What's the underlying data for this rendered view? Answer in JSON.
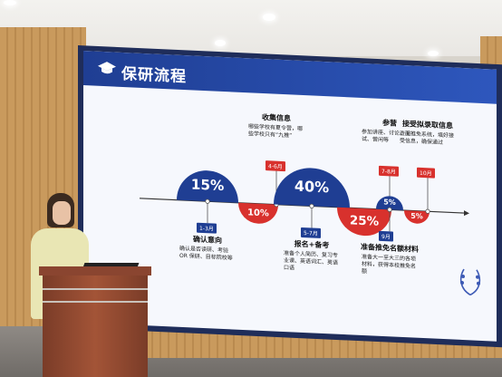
{
  "slide": {
    "title": "保研流程",
    "icon": "graduation-cap-icon",
    "steps": [
      {
        "period": "1-3月",
        "title": "确认意向",
        "desc": "确认是否读研、考验OR 保研、目标院校等",
        "percent": "15%",
        "position": "top"
      },
      {
        "period": "4-6月",
        "title": "收集信息",
        "desc": "哪些学校有夏令营，哪些学校只有“九推”",
        "percent": "10%",
        "position": "bottom"
      },
      {
        "period": "5-7月",
        "title": "报名+备考",
        "desc": "准备个人简历、复习专业课、英语词汇、英语口语",
        "percent": "40%",
        "position": "top"
      },
      {
        "period": "7-8月",
        "title": "参营",
        "desc": "参加讲座、讨论、面试、营闲等",
        "percent": "25%",
        "position": "bottom"
      },
      {
        "period": "9月",
        "title": "准备推免名额材料",
        "desc": "准备大一至大三的各项材料，获得本校推免名额",
        "percent": "5%",
        "position": "top"
      },
      {
        "period": "10月",
        "title": "接受拟录取信息",
        "desc": "查阅推免系统，填好接受信息，确保通过",
        "percent": "5%",
        "position": "bottom"
      }
    ]
  },
  "colors": {
    "blue": "#1f3e93",
    "red": "#d8312d"
  }
}
